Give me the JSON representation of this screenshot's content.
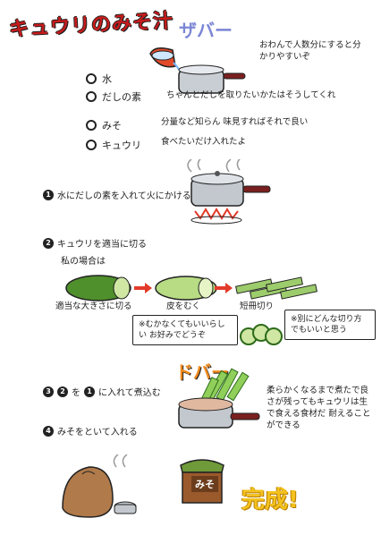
{
  "title": "キュウリのみそ汁",
  "splash_top": "ザバー",
  "note_water": "おわんで人数分にすると分かりやすいぞ",
  "ingredients": [
    {
      "name": "水",
      "note": ""
    },
    {
      "name": "だしの素",
      "note": "ちゃんとだしを取りたいかたはそうしてくれ"
    },
    {
      "name": "みそ",
      "note": "分量など知らん 味見すればそれで良い"
    },
    {
      "name": "キュウリ",
      "note": "食べたいだけ入れたよ"
    }
  ],
  "steps": [
    {
      "num": "1",
      "text": "水にだしの素を入れて火にかける"
    },
    {
      "num": "2",
      "text": "キュウリを適当に切る"
    },
    {
      "num": "3",
      "ref": "2",
      "ref2": "1",
      "text": "を",
      "text2": "に入れて煮込む"
    },
    {
      "num": "4",
      "text": "みそをといて入れる"
    }
  ],
  "my_case": "私の場合は",
  "cut_labels": [
    "適当な大きさに切る",
    "皮をむく",
    "短冊切り"
  ],
  "note_peel": "※むかなくてもいいらしい お好みでどうぞ",
  "note_cut": "※別にどんな切り方でもいいと思う",
  "splash_dobaa": "ドバー",
  "note_soft": "柔らかくなるまで煮たで良さが残ってもキュウリは生で食える食材だ 耐えることができる",
  "miso_label": "みそ",
  "done": "完成!",
  "colors": {
    "accent_red": "#c61c1c",
    "cucumber": "#6db33f",
    "pot": "#9aa0a8",
    "flame": "#e23b2a"
  }
}
